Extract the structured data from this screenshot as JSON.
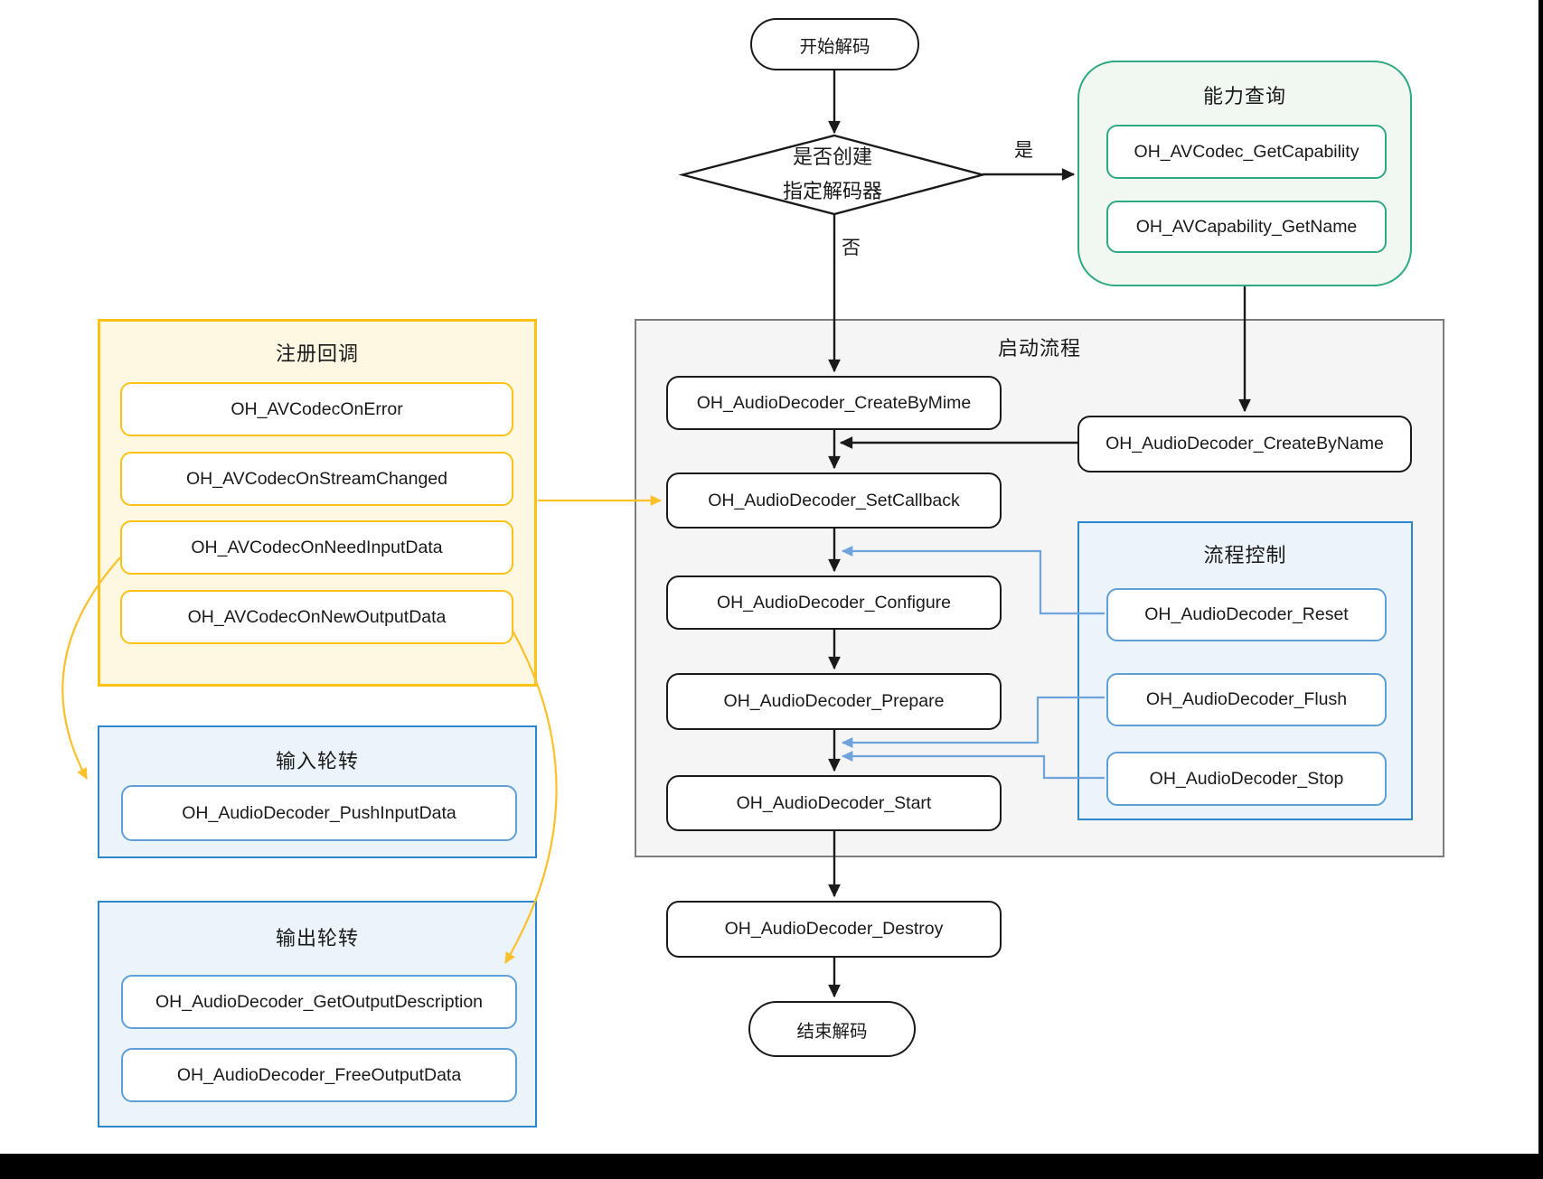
{
  "flowchart": {
    "start": "开始解码",
    "end": "结束解码",
    "decision": {
      "line1": "是否创建",
      "line2": "指定解码器",
      "yes": "是",
      "no": "否"
    },
    "capability_group": {
      "title": "能力查询",
      "items": [
        "OH_AVCodec_GetCapability",
        "OH_AVCapability_GetName"
      ]
    },
    "callback_group": {
      "title": "注册回调",
      "items": [
        "OH_AVCodecOnError",
        "OH_AVCodecOnStreamChanged",
        "OH_AVCodecOnNeedInputData",
        "OH_AVCodecOnNewOutputData"
      ]
    },
    "startup_group": {
      "title": "启动流程",
      "nodes": {
        "create_by_mime": "OH_AudioDecoder_CreateByMime",
        "create_by_name": "OH_AudioDecoder_CreateByName",
        "set_callback": "OH_AudioDecoder_SetCallback",
        "configure": "OH_AudioDecoder_Configure",
        "prepare": "OH_AudioDecoder_Prepare",
        "start": "OH_AudioDecoder_Start"
      }
    },
    "flow_control_group": {
      "title": "流程控制",
      "items": [
        "OH_AudioDecoder_Reset",
        "OH_AudioDecoder_Flush",
        "OH_AudioDecoder_Stop"
      ]
    },
    "input_group": {
      "title": "输入轮转",
      "items": [
        "OH_AudioDecoder_PushInputData"
      ]
    },
    "output_group": {
      "title": "输出轮转",
      "items": [
        "OH_AudioDecoder_GetOutputDescription",
        "OH_AudioDecoder_FreeOutputData"
      ]
    },
    "destroy": "OH_AudioDecoder_Destroy",
    "colors": {
      "yellow": "#FAC215",
      "yellow_fill": "#FEF7E2",
      "green": "#2FA884",
      "green_fill": "#F1F8F1",
      "blue_border": "#2E86CB",
      "blue_fill": "#EBF3FB",
      "blue_line": "#6FA3DC",
      "gray_border": "#7D7D7D",
      "gray_fill": "#F5F5F5",
      "node_border": "#1A1A1A"
    }
  }
}
